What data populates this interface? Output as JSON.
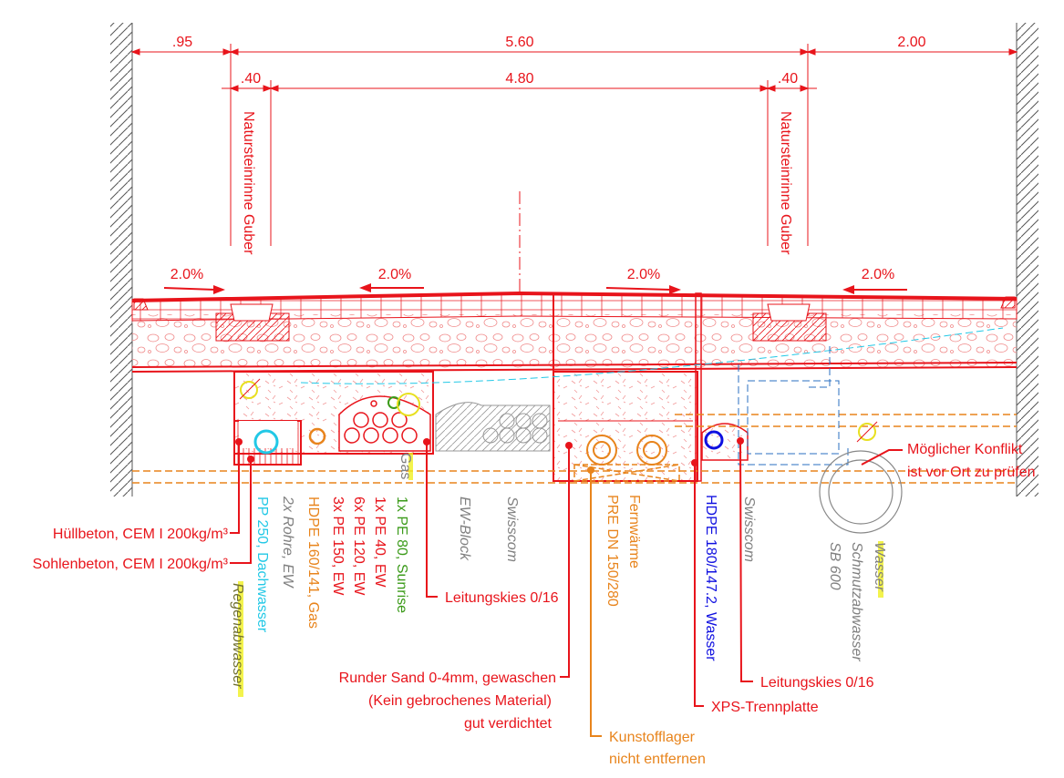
{
  "dimensions": {
    "top": [
      ".95",
      "5.60",
      "2.00"
    ],
    "second": [
      ".40",
      "4.80",
      ".40"
    ]
  },
  "gutter_labels": [
    "Natursteinrinne Guber",
    "Natursteinrinne Guber"
  ],
  "slopes": [
    "2.0%",
    "2.0%",
    "2.0%",
    "2.0%"
  ],
  "pipe_labels": {
    "regenabwasser": "Regenabwasser",
    "pp250": "PP 250, Dachwasser",
    "rohre_ew": "2x Rohre, EW",
    "hdpe_gas": "HDPE 160/141, Gas",
    "pe150": "3x PE 150, EW",
    "pe120": "6x PE 120, EW",
    "pe40": "1x PE 40, EW",
    "pe80": "1x PE 80, Sunrise",
    "gas": "Gas",
    "ew_block": "EW-Block",
    "swisscom_left": "Swisscom",
    "fernwaerme": "Fernwärme",
    "pre_dn": "PRE DN 150/280",
    "hdpe_wasser": "HDPE 180/147.2, Wasser",
    "swisscom_right": "Swisscom",
    "wasser": "Wasser",
    "schmutzabwasser": "Schmutzabwasser",
    "sb600": "SB 600"
  },
  "callouts": {
    "huellbeton": "Hüllbeton, CEM I 200kg/m³",
    "sohlenbeton": "Sohlenbeton, CEM I 200kg/m³",
    "leitungskies_left": "Leitungskies 0/16",
    "sand_1": "Runder Sand 0-4mm, gewaschen",
    "sand_2": "(Kein gebrochenes Material)",
    "sand_3": "gut verdichtet",
    "kunststofflager_1": "Kunstofflager",
    "kunststofflager_2": "nicht entfernen",
    "xps": "XPS-Trennplatte",
    "leitungskies_right": "Leitungskies 0/16",
    "konflikt_1": "Möglicher Konflikt",
    "konflikt_2": "ist vor Ort zu prüfen"
  },
  "colors": {
    "red": "#e8141b",
    "orange": "#e8841c",
    "cyan": "#22c8e6",
    "blue": "#1010e0",
    "green": "#3a9a18",
    "gray": "#808080",
    "highlight": "#f0f020"
  }
}
